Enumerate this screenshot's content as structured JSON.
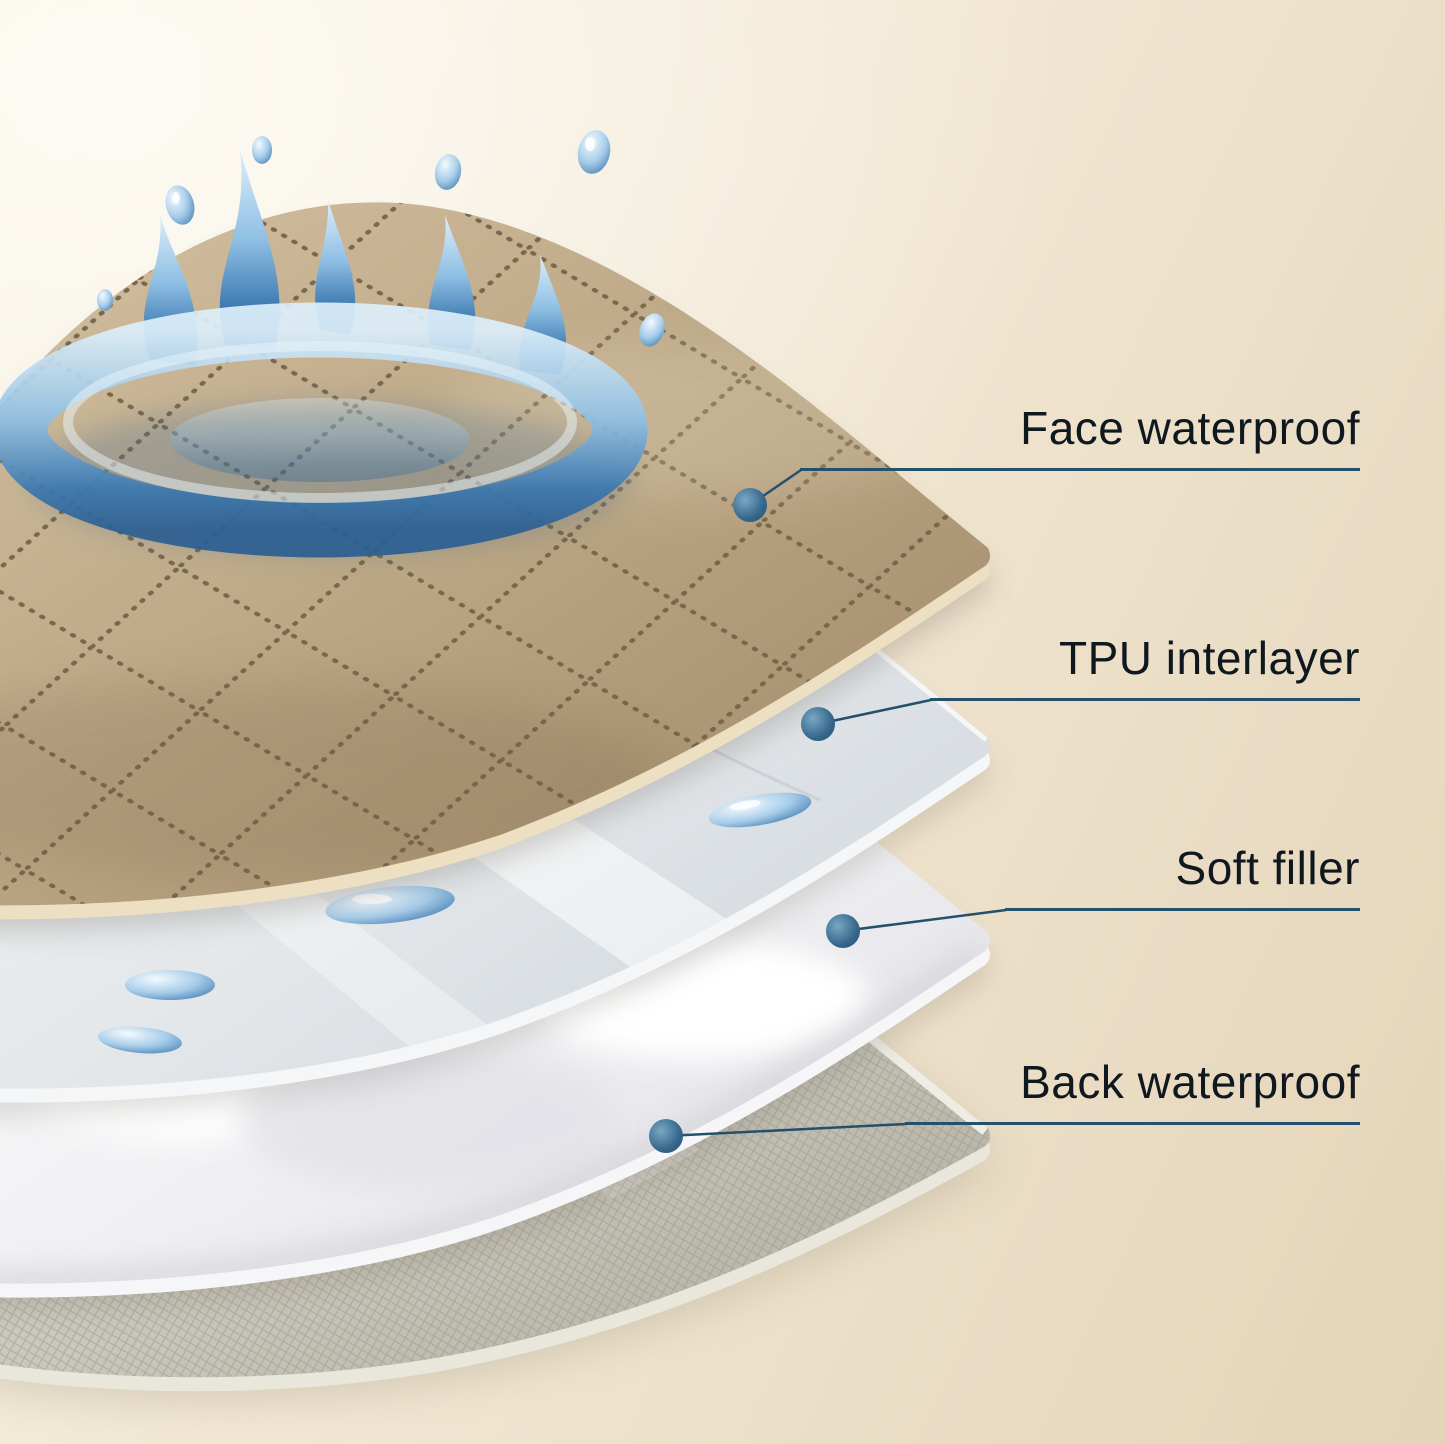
{
  "diagram": {
    "labels": [
      {
        "id": "face-waterproof",
        "text": "Face waterproof"
      },
      {
        "id": "tpu-interlayer",
        "text": "TPU interlayer"
      },
      {
        "id": "soft-filler",
        "text": "Soft filler"
      },
      {
        "id": "back-waterproof",
        "text": "Back waterproof"
      }
    ],
    "colors": {
      "label_text": "#10181f",
      "callout_line": "#23506b",
      "callout_dot": "#35678c",
      "background_top_left": "#f8f2e5",
      "background_bottom_right": "#e4d4b8",
      "layer_face_fabric": "#b39e7d",
      "layer_tpu_film": "#e2e6ea",
      "layer_soft_filler": "#f2f2f4",
      "layer_back_fabric": "#c7c4b8",
      "water_splash": "#6aa5d8"
    }
  }
}
